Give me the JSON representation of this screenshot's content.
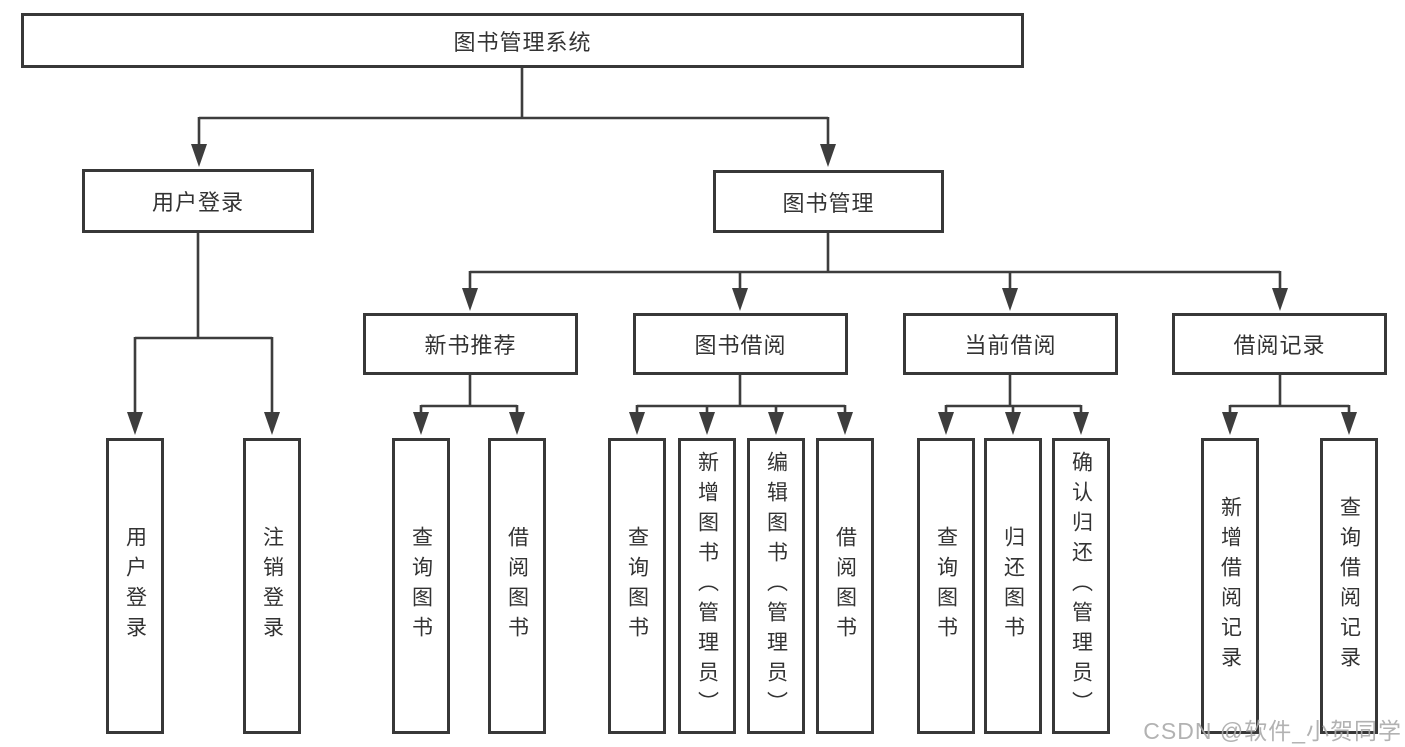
{
  "diagram": {
    "root": {
      "label": "图书管理系统"
    },
    "branches": [
      {
        "label": "用户登录",
        "children": [
          "用户登录",
          "注销登录"
        ]
      },
      {
        "label": "图书管理",
        "groups": [
          {
            "label": "新书推荐",
            "children": [
              "查询图书",
              "借阅图书"
            ]
          },
          {
            "label": "图书借阅",
            "children": [
              "查询图书",
              "新增图书（管理员）",
              "编辑图书（管理员）",
              "借阅图书"
            ]
          },
          {
            "label": "当前借阅",
            "children": [
              "查询图书",
              "归还图书",
              "确认归还（管理员）"
            ]
          },
          {
            "label": "借阅记录",
            "children": [
              "新增借阅记录",
              "查询借阅记录"
            ]
          }
        ]
      }
    ]
  },
  "watermark": {
    "text": "CSDN @软件_小贺同学",
    "color": "#aaaaaa"
  },
  "colors": {
    "line": "#3d3d3d",
    "box_border": "#383838",
    "text": "#333333",
    "background": "#ffffff"
  }
}
